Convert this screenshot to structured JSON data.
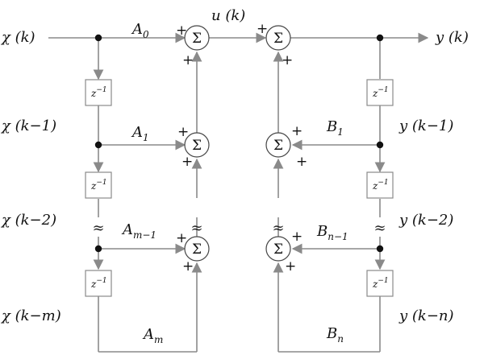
{
  "input_labels": {
    "x_k": "χ (k)",
    "x_k1": "χ (k−1)",
    "x_k2": "χ (k−2)",
    "x_km": "χ (k−m)"
  },
  "output_labels": {
    "y_k": "y (k)",
    "y_k1": "y (k−1)",
    "y_k2": "y (k−2)",
    "y_kn": "y (k−n)"
  },
  "intermediate_label": "u (k)",
  "gains_forward": {
    "A0": {
      "base": "A",
      "sub": "0"
    },
    "A1": {
      "base": "A",
      "sub": "1"
    },
    "Am1": {
      "base": "A",
      "sub": "m−1"
    },
    "Am": {
      "base": "A",
      "sub": "m"
    }
  },
  "gains_feedback": {
    "B1": {
      "base": "B",
      "sub": "1"
    },
    "Bn1": {
      "base": "B",
      "sub": "n−1"
    },
    "Bn": {
      "base": "B",
      "sub": "n"
    }
  },
  "delay": {
    "base": "z",
    "sup": "−1"
  },
  "sum_symbol": "Σ",
  "plus": "+",
  "ellipsis": "≈"
}
